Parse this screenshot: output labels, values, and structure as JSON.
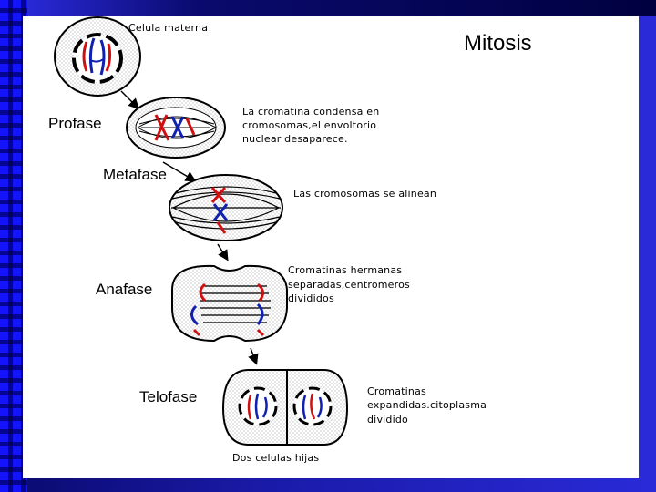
{
  "title": "Mitosis",
  "labels": {
    "mother_cell": "Celula materna",
    "prophase": "Profase",
    "prophase_desc": [
      "La cromatina condensa en",
      "cromosomas,el envoltorio",
      "nuclear desaparece."
    ],
    "metaphase": "Metafase",
    "metaphase_desc": "Las cromosomas se alinean",
    "anaphase": "Anafase",
    "anaphase_desc": [
      "Cromatinas hermanas",
      "separadas,centromeros",
      "divididos"
    ],
    "telophase": "Telofase",
    "telophase_desc": [
      "Cromatinas",
      "expandidas.citoplasma",
      "dividido"
    ],
    "daughter_cells": "Dos celulas hijas"
  },
  "colors": {
    "chromosome_red": "#d01010",
    "chromosome_blue": "#1020b0",
    "background_blue": "#1a1aa8"
  }
}
